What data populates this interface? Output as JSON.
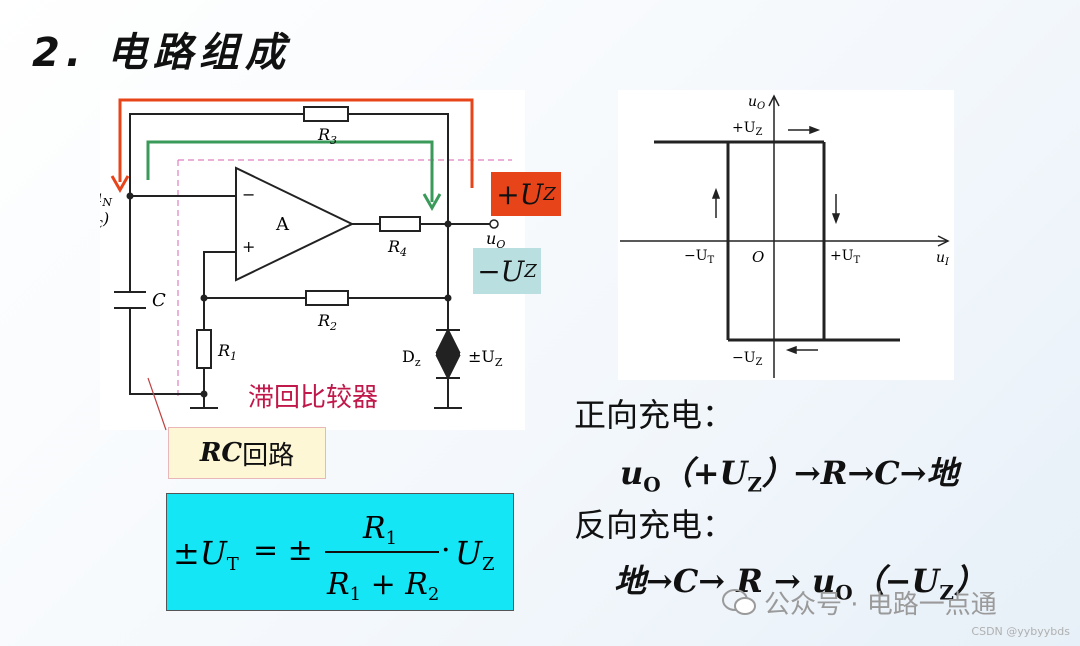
{
  "title": "2. 电路组成",
  "circuit": {
    "uN": "u",
    "uN_sub": "N",
    "uC": "(u",
    "uC_sub": "C",
    "uC_close": ")",
    "A": "A",
    "minus": "−",
    "plus": "+",
    "R3": "R",
    "R3_sub": "3",
    "R4": "R",
    "R4_sub": "4",
    "R2": "R",
    "R2_sub": "2",
    "R1": "R",
    "R1_sub": "1",
    "C": "C",
    "uO": "u",
    "uO_sub": "O",
    "Dz": "D",
    "Dz_sub": "z",
    "Uz": "±U",
    "Uz_sub": "Z",
    "label": "滞回比较器"
  },
  "tags": {
    "plusUz": "+U",
    "plusUz_sub": "Z",
    "minusUz": "−U",
    "minusUz_sub": "Z"
  },
  "rc_box": {
    "rc": "RC",
    "text": " 回路"
  },
  "formula": {
    "lhs": "±U",
    "lhs_sub": "T",
    "eq": " = ± ",
    "num": "R",
    "num_sub": "1",
    "den1": "R",
    "den1_sub": "1",
    "den_plus": " + ",
    "den2": "R",
    "den2_sub": "2",
    "dot": "·",
    "rhs": "U",
    "rhs_sub": "Z"
  },
  "wave": {
    "yaxis": "u",
    "yaxis_sub": "O",
    "xaxis": "u",
    "xaxis_sub": "I",
    "origin": "O",
    "top": "+U",
    "top_sub": "Z",
    "bottom": "−U",
    "bottom_sub": "Z",
    "left": "−U",
    "left_sub": "T",
    "right": "+U",
    "right_sub": "T"
  },
  "text": {
    "forward_title": "正向充电：",
    "forward_path_u": "u",
    "forward_path_u_sub": "O",
    "forward_path_rest": "（+U",
    "forward_path_rest_sub": "Z",
    "forward_path_tail": "）→R→C→地",
    "reverse_title": "反向充电：",
    "reverse_path_head": "地→C→ R → ",
    "reverse_path_u": "u",
    "reverse_path_u_sub": "O",
    "reverse_path_rest": "（−U",
    "reverse_path_rest_sub": "Z",
    "reverse_path_tail": "）"
  },
  "watermark": "公众号 · 电路一点通",
  "csdn": "CSDN @yybyybds",
  "colors": {
    "red_arrow": "#e8441a",
    "green_arrow": "#3a9a5a",
    "formula_bg": "#14e6f5"
  }
}
